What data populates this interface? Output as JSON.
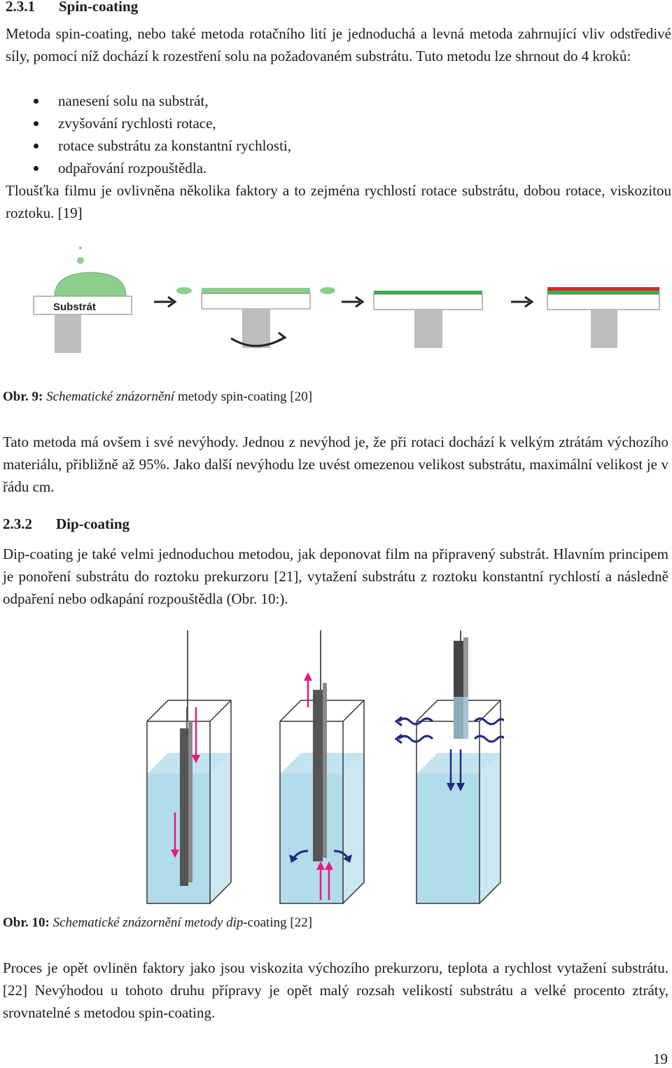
{
  "section1": {
    "number": "2.3.1",
    "title": "Spin-coating"
  },
  "para1": "Metoda spin-coating, nebo také metoda rotačního lití je jednoduchá a levná metoda zahrnující vliv odstředivé síly, pomocí níž dochází k rozestření solu na požadovaném substrátu. Tuto metodu lze shrnout do 4 kroků:",
  "steps": [
    "nanesení solu na substrát,",
    "zvyšování rychlosti rotace,",
    "rotace substrátu za konstantní rychlosti,",
    "odpařování rozpouštědla."
  ],
  "para2": "Tloušťka filmu je ovlivněna několika faktory a to zejména rychlostí rotace substrátu, dobou rotace, viskozitou roztoku. [19]",
  "figure1": {
    "substrate_label": "Substrát"
  },
  "caption1": {
    "label": "Obr. 9:",
    "italic": "Schematické znázornění",
    "rest": "metody spin-coating [20]"
  },
  "para3": "Tato metoda má ovšem i své nevýhody. Jednou z nevýhod je, že při rotaci dochází k velkým ztrátám výchozího materiálu, přibližně až 95%. Jako další nevýhodu lze uvést omezenou velikost substrátu, maximální velikost je v řádu cm.",
  "section2": {
    "number": "2.3.2",
    "title": "Dip-coating"
  },
  "para4": "Dip-coating je také velmi jednoduchou metodou, jak deponovat film na připravený substrát. Hlavním principem je ponoření substrátu do roztoku prekurzoru [21], vytažení substrátu z roztoku konstantní rychlostí a následně odpaření nebo odkapání rozpouštědla (Obr. 10:).",
  "caption2": {
    "label": "Obr. 10:",
    "italic": "Schematické znázornění metody dip",
    "rest": "-coating [22]"
  },
  "para5": "Proces je opět ovlinën faktory jako jsou viskozita výchozího prekurzoru, teplota a rychlost vytažení substrátu. [22] Nevýhodou u tohoto druhu přípravy je opět malý rozsah velikostí substrátu a velké procento ztráty, srovnatelné s metodou spin-coating.",
  "page_number": "19",
  "colors": {
    "film_green": "#33b34a",
    "film_red": "#d62a2a",
    "sol_green": "#8ccf8c",
    "liquid": "#a9d8e8",
    "arrow_pink": "#e8187a",
    "arrow_navy": "#1f2a80"
  }
}
